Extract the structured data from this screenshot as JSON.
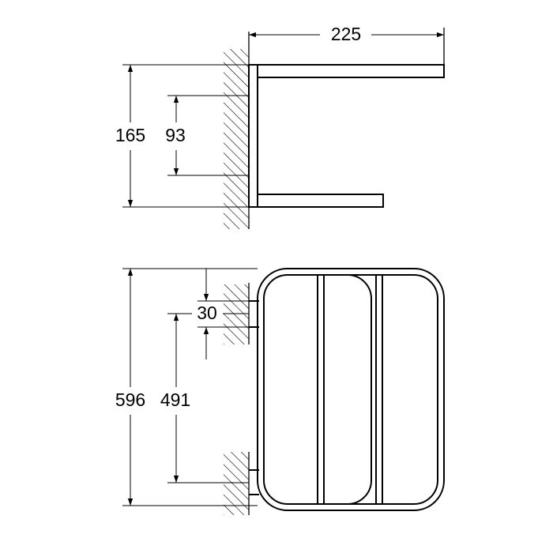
{
  "side_view": {
    "dim_depth": "225",
    "dim_height": "165",
    "dim_mount_spacing": "93"
  },
  "front_view": {
    "dim_height": "596",
    "dim_mount_spacing": "491",
    "dim_top_offset": "30"
  },
  "colors": {
    "line": "#000000",
    "background": "#ffffff"
  }
}
